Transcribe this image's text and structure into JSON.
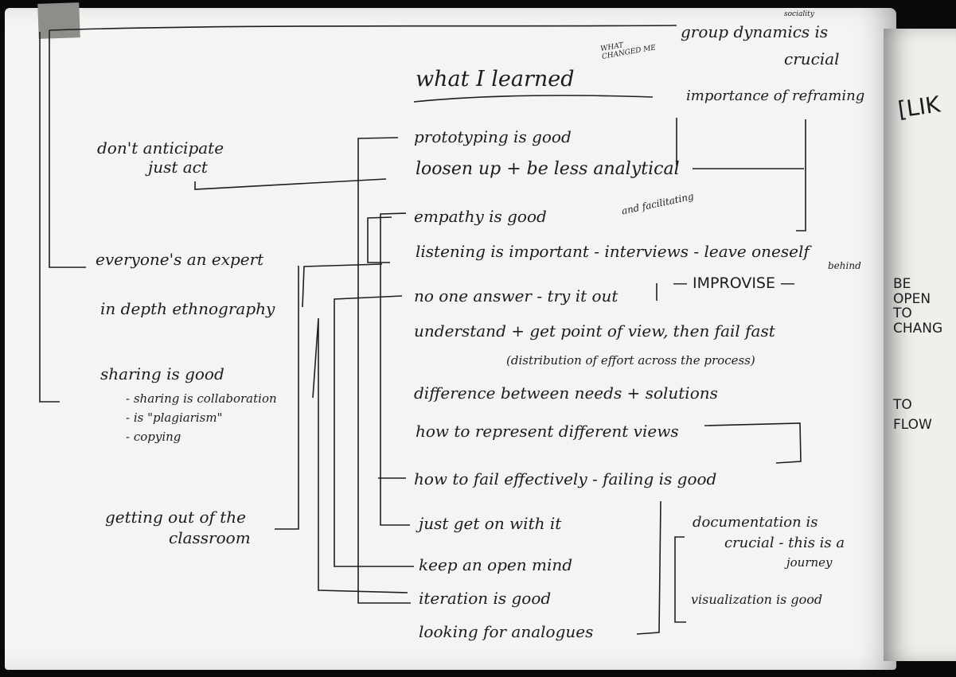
{
  "title": "what I learned",
  "title_note": "WHAT CHANGED ME",
  "top_right": {
    "note_small": "sociality",
    "line1": "group dynamics is",
    "line2": "crucial"
  },
  "left_column": {
    "dont_anticipate_1": "don't anticipate",
    "dont_anticipate_2": "just act",
    "everyones_expert": "everyone's an expert",
    "ethnography": "in depth ethnography",
    "sharing": "sharing is good",
    "sharing_sub": [
      "- sharing is collaboration",
      "- is \"plagiarism\"",
      "- copying"
    ],
    "classroom_1": "getting out of the",
    "classroom_2": "classroom"
  },
  "center_items": [
    "prototyping is good",
    "loosen up + be less analytical",
    "empathy is good",
    "listening is important - interviews - leave oneself",
    "no one answer - try it out",
    "understand + get point of view, then fail fast",
    "(distribution of effort across the process)",
    "difference between needs + solutions",
    "how to represent different views",
    "how to fail effectively - failing is good",
    "just get on with it",
    "keep an open mind",
    "iteration is good",
    "looking for analogues"
  ],
  "center_notes": {
    "and_facilitating": "and facilitating",
    "behind": "behind",
    "improvise": "— IMPROVISE —"
  },
  "right_notes": {
    "reframing": "importance of reframing",
    "documentation_1": "documentation is",
    "documentation_2": "crucial - this is a",
    "documentation_3": "journey",
    "visualization": "visualization is good"
  },
  "right_page": {
    "lik": "[LIK",
    "be_open": [
      "BE",
      "OPEN",
      "TO",
      "CHANG"
    ],
    "to_flow": [
      "TO",
      "FLOW"
    ]
  }
}
